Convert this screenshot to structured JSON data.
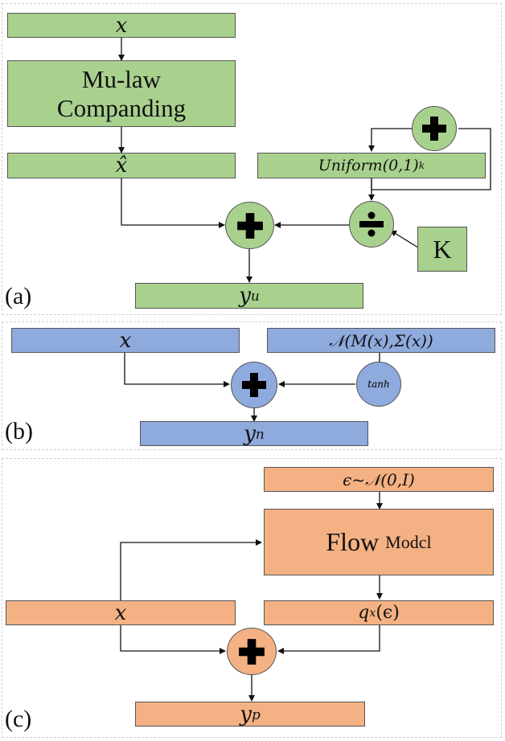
{
  "panel_a": {
    "label": "(a)",
    "x": "x",
    "mulaw_line1": "Mu-law",
    "mulaw_line2": "Companding",
    "xhat": "x̂",
    "uniform": "Uniform(0,1)",
    "uniform_sub": "k",
    "k": "K",
    "yu": "y",
    "yu_sub": "u",
    "color": "#a9d18e"
  },
  "panel_b": {
    "label": "(b)",
    "x": "x",
    "normal": "𝒩(M(x),Σ(x))",
    "tanh": "tanh",
    "yn": "y",
    "yn_sub": "n",
    "color": "#8faadc"
  },
  "panel_c": {
    "label": "(c)",
    "eps": "ϵ~𝒩(0,I)",
    "flow_main": "Flow ",
    "flow_small": "Modcl",
    "x": "x",
    "q": "q",
    "q_sub": "x",
    "q_arg": "(ϵ)",
    "yp": "y",
    "yp_sub": "p",
    "color": "#f4b183"
  }
}
